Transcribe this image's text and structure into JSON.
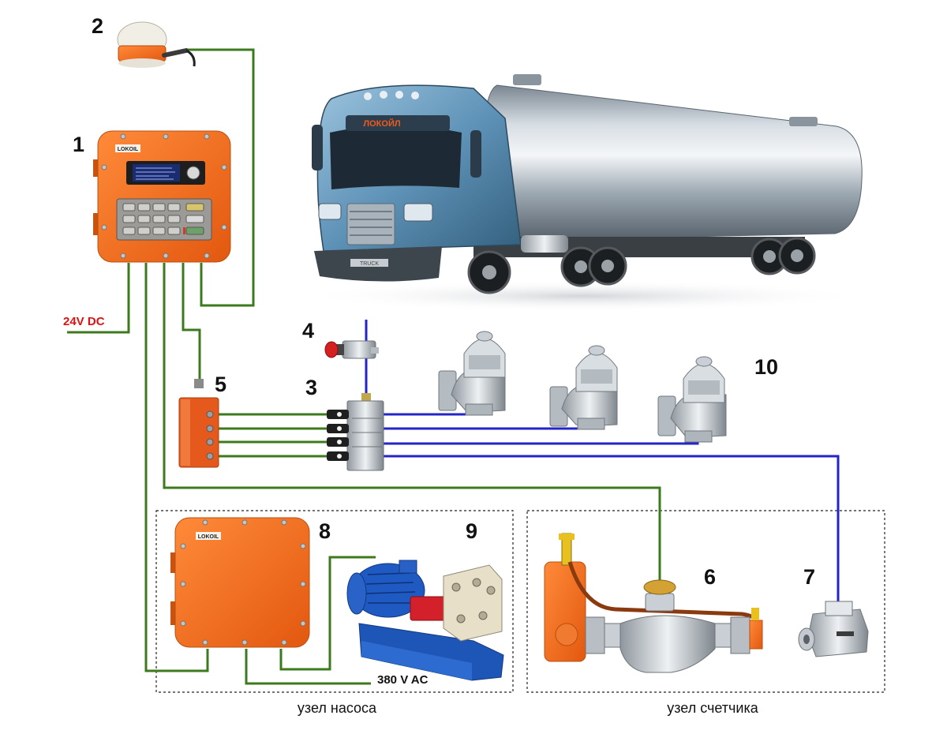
{
  "labels": {
    "n1": "1",
    "n2": "2",
    "n3": "3",
    "n4": "4",
    "n5": "5",
    "n6": "6",
    "n7": "7",
    "n8": "8",
    "n9": "9",
    "n10": "10"
  },
  "power": {
    "dc": "24V DC",
    "ac": "380 V AC"
  },
  "groups": {
    "pump": "узел насоса",
    "meter": "узел счетчика"
  },
  "truck": {
    "brand": "ЛОКОЙЛ",
    "grill": "TRUCK"
  },
  "device_brand": "LOKOIL",
  "colors": {
    "cable_green": "#3c7a1e",
    "pneumatic_blue": "#2424c8",
    "device_orange": "#f06a1a",
    "dc_red": "#e01010"
  }
}
